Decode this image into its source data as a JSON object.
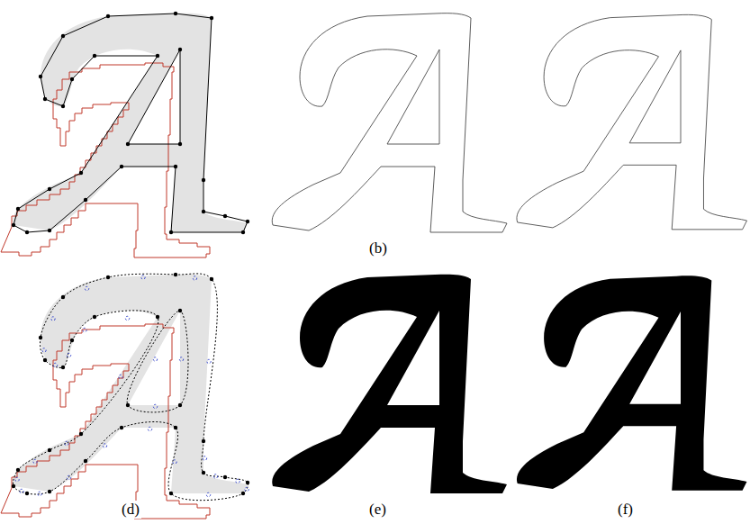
{
  "diagram": {
    "labels": [
      "(b)",
      "(d)",
      "(e)",
      "(f)"
    ]
  }
}
